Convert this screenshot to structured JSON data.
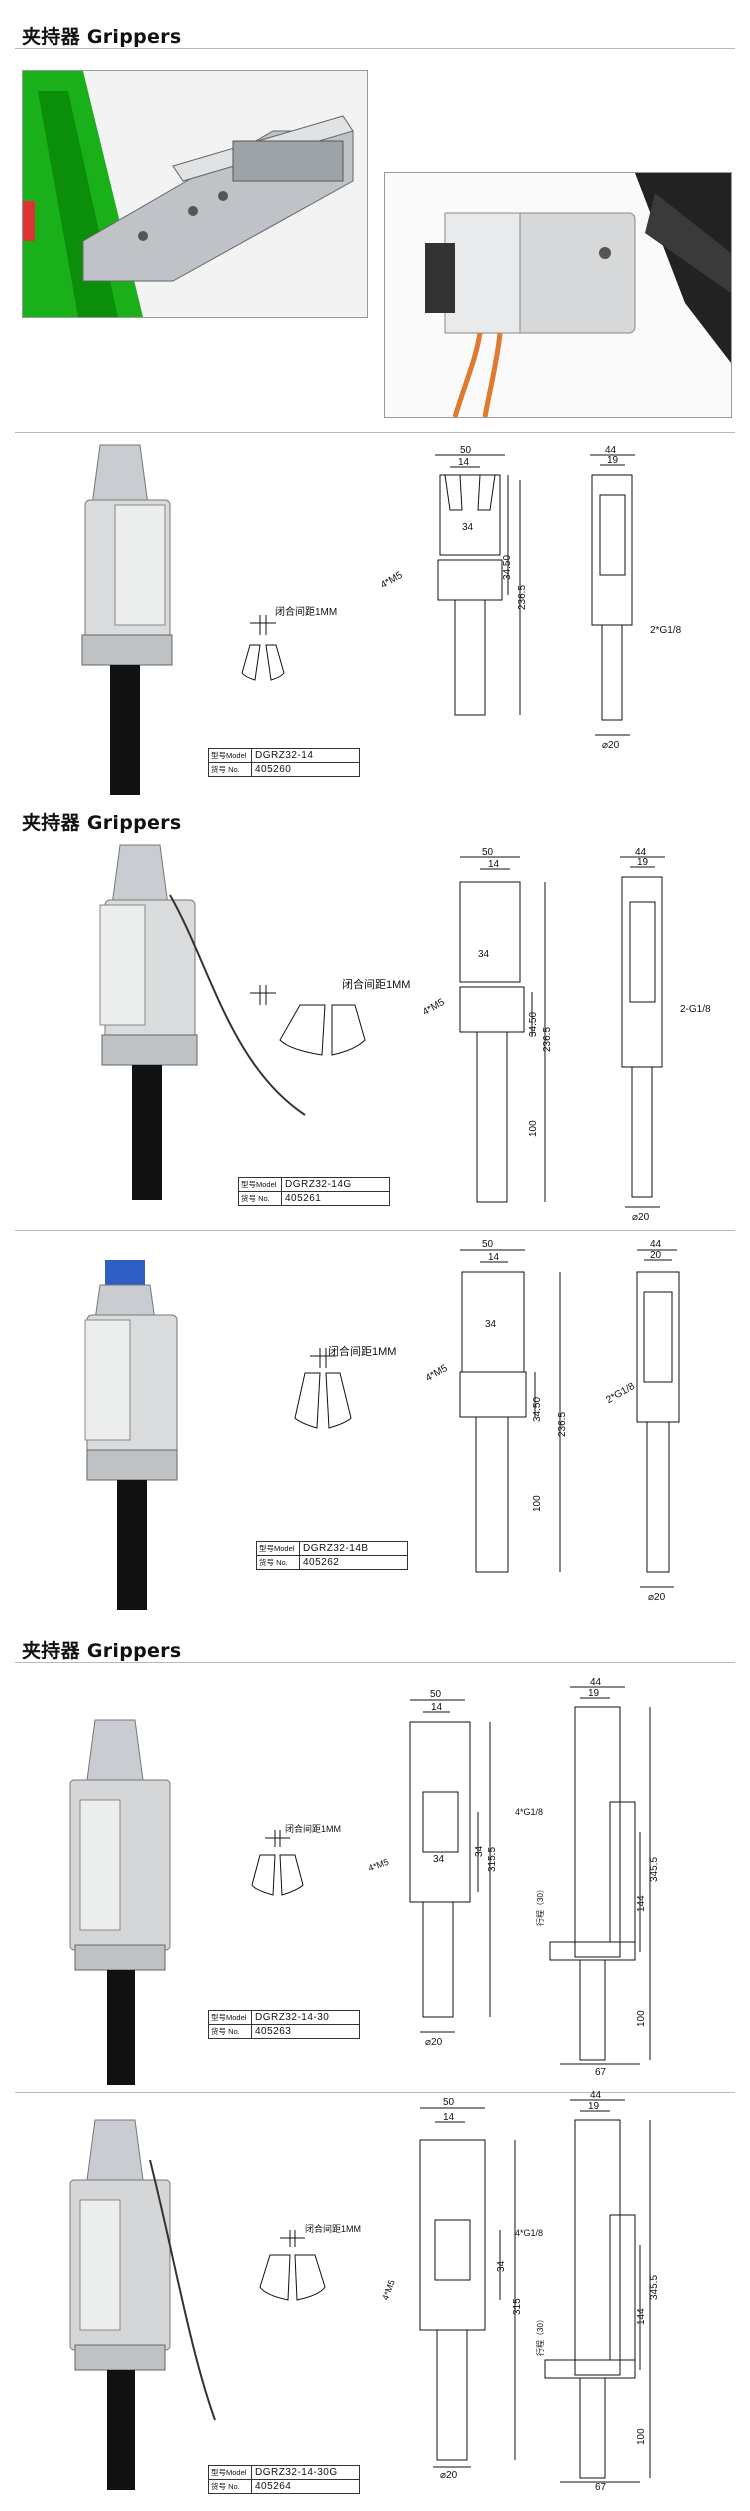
{
  "headings": {
    "h1": "夹持器 Grippers",
    "h2": "夹持器 Grippers",
    "h3": "夹持器 Grippers"
  },
  "common": {
    "gap_label": "闭合间距1MM",
    "model_key": "型号Model",
    "no_key": "货号 No."
  },
  "products": [
    {
      "model": "DGRZ32-14",
      "no": "405260"
    },
    {
      "model": "DGRZ32-14G",
      "no": "405261"
    },
    {
      "model": "DGRZ32-14B",
      "no": "405262"
    },
    {
      "model": "DGRZ32-14-30",
      "no": "405263"
    },
    {
      "model": "DGRZ32-14-30G",
      "no": "405264"
    }
  ],
  "dims": {
    "w50": "50",
    "w14": "14",
    "w34": "34",
    "h3450": "34.50",
    "h2365": "236.5",
    "w44": "44",
    "w19": "19",
    "w20": "20",
    "d20": "⌀20",
    "m5": "4*M5",
    "g18": "2*G1/8",
    "g18b": "2-G1/8",
    "l100": "100",
    "h3155": "315.5",
    "h345": "345.5",
    "h144": "144",
    "w67": "67",
    "g18c": "4*G1/8",
    "stroke": "行程（30）"
  },
  "colors": {
    "frame": "#00c000",
    "orange": "#e07a30",
    "metal": "#c9ccd0"
  }
}
